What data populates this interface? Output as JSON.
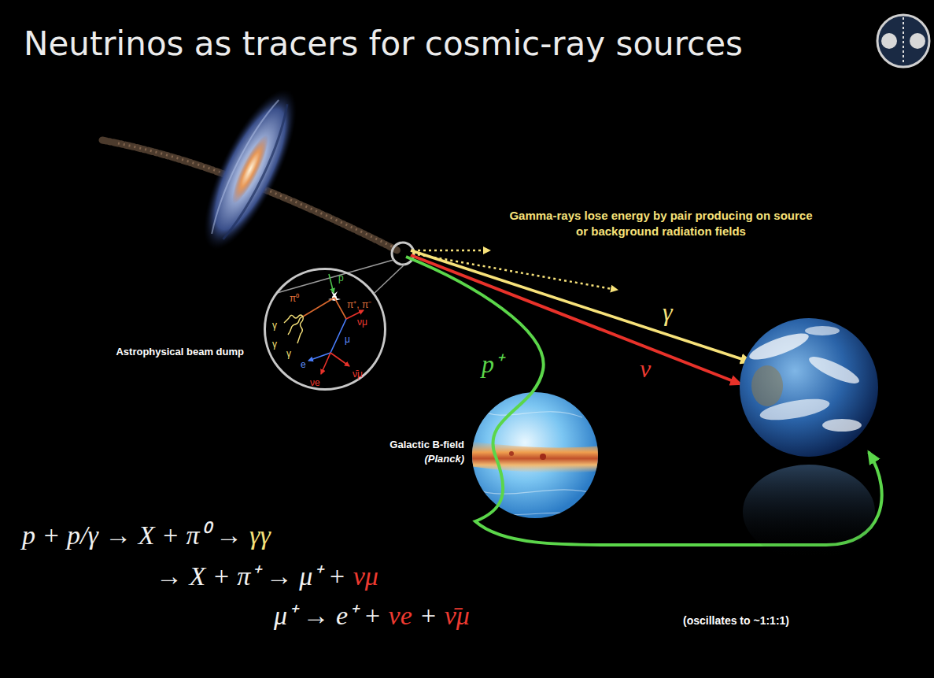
{
  "diagram": {
    "title": "Neutrinos as tracers for cosmic-ray sources",
    "nodes": [
      {
        "text": [
          "Astrophysical beam dump",
          "p",
          "π⁰",
          "π⁺, π⁻",
          "νμ",
          "μ",
          "e",
          "νe",
          "ν̄μ",
          "γ",
          "γ",
          "γ"
        ]
      },
      {
        "text": [
          "Galactic B-field",
          "(Planck)"
        ]
      }
    ],
    "labels": [
      "Gamma-rays lose energy by pair producing on source or background radiation fields",
      "γ",
      "ν",
      "p⁺",
      "p + p/γ → X + π⁰ →",
      "γγ",
      "→ X + π⁺ → μ⁺ +",
      "νμ",
      "μ⁺ → e⁺ +",
      "νe",
      "+",
      "ν̄μ",
      "(oscillates to ~1:1:1)"
    ]
  }
}
